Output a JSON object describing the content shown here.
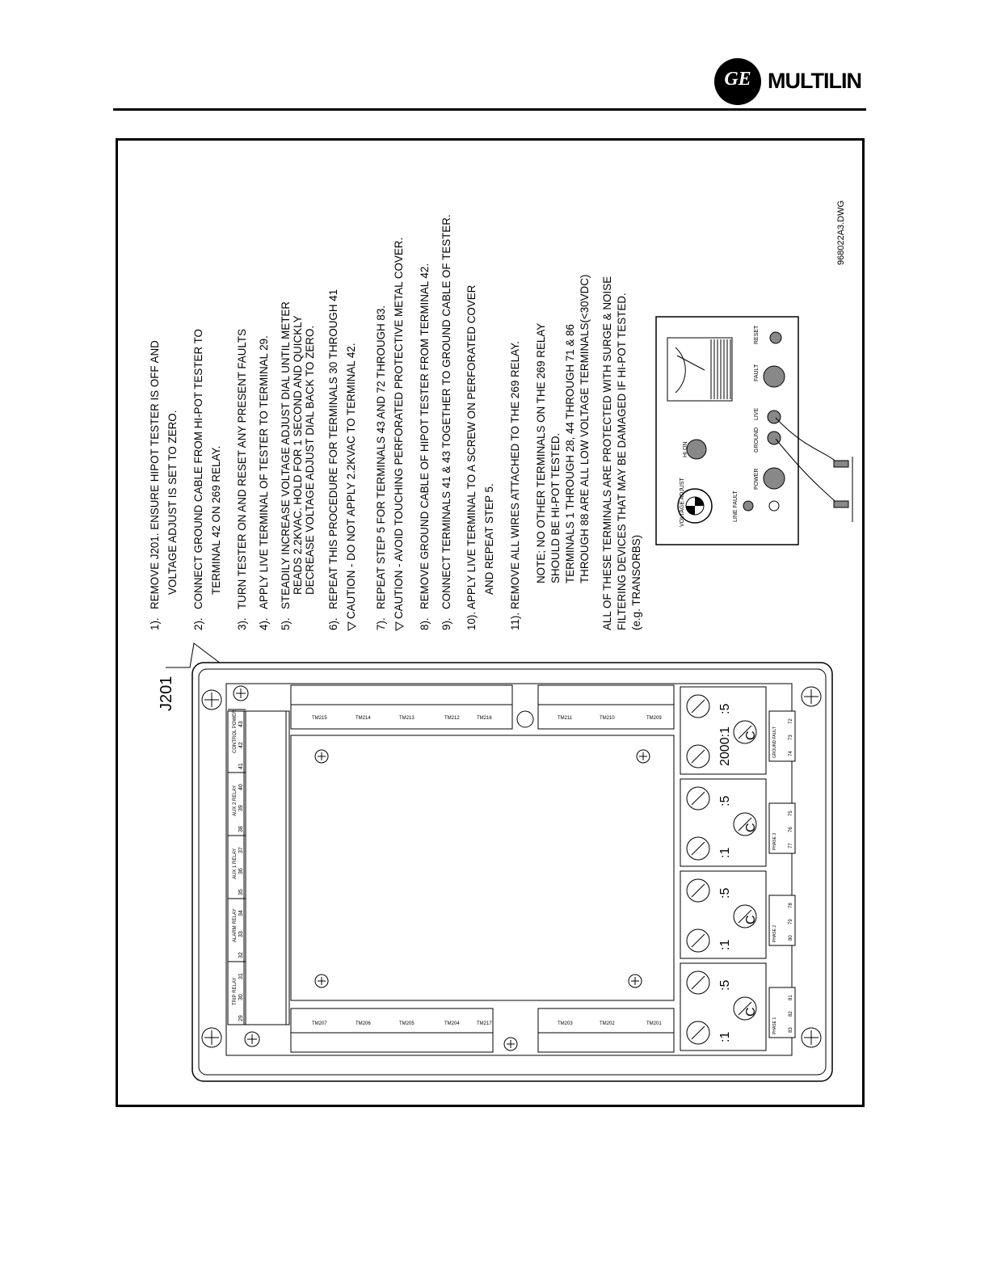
{
  "header": {
    "brand_logo_text": "GE",
    "brand_name": "MULTILIN"
  },
  "drawing": {
    "drawing_number": "968022A3.DWG",
    "connector_label": "J201",
    "instructions": [
      {
        "num": "1).",
        "lines": [
          "REMOVE J201. ENSURE HIPOT TESTER IS OFF AND",
          "VOLTAGE ADJUST IS SET TO ZERO."
        ]
      },
      {
        "num": "2).",
        "lines": [
          "CONNECT GROUND CABLE FROM HI-POT TESTER TO",
          "TERMINAL 42 ON 269 RELAY."
        ]
      },
      {
        "num": "3).",
        "lines": [
          "TURN TESTER ON AND RESET ANY PRESENT FAULTS"
        ]
      },
      {
        "num": "4).",
        "lines": [
          "APPLY LIVE TERMINAL OF TESTER TO TERMINAL 29."
        ]
      },
      {
        "num": "5).",
        "lines": [
          "STEADILY INCREASE VOLTAGE ADJUST DIAL UNTIL METER",
          "READS 2.2KVAC. HOLD FOR 1 SECOND AND QUICKLY",
          "DECREASE VOLTAGE ADJUST DIAL BACK TO ZERO."
        ]
      },
      {
        "num": "6).",
        "lines": [
          "REPEAT THIS PROCEDURE FOR TERMINALS 30 THROUGH 41",
          "CAUTION - DO NOT APPLY 2.2KVAC TO TERMINAL 42."
        ]
      },
      {
        "num": "7).",
        "lines": [
          "REPEAT STEP 5 FOR TERMINALS 43 AND 72 THROUGH 83.",
          "CAUTION - AVOID TOUCHING PERFORATED PROTECTIVE METAL COVER."
        ]
      },
      {
        "num": "8).",
        "lines": [
          "REMOVE GROUND CABLE OF HIPOT TESTER FROM TERMINAL 42."
        ]
      },
      {
        "num": "9).",
        "lines": [
          "CONNECT TERMINALS 41 & 43 TOGETHER TO GROUND CABLE OF TESTER."
        ]
      },
      {
        "num": "10).",
        "lines": [
          "APPLY LIVE TERMINAL TO A SCREW ON PERFORATED COVER",
          "AND REPEAT STEP 5."
        ]
      },
      {
        "num": "11).",
        "lines": [
          "REMOVE ALL WIRES ATTACHED TO THE 269 RELAY."
        ]
      }
    ],
    "notes": [
      "NOTE; NO OTHER TERMINALS ON THE 269 RELAY",
      "SHOULD BE HI-POT TESTED.",
      "TERMINALS 1 THROUGH 28, 44 THROUGH 71 & 86",
      "THROUGH 88 ARE ALL LOW VOLTAGE TERMINALS(<30VDC)"
    ],
    "surge_note": [
      "ALL OF THESE TERMINALS ARE PROTECTED WITH SURGE & NOISE",
      "FILTERING DEVICES THAT MAY BE DAMAGED IF HI-POT TESTED.",
      "(e.g. TRANSORBS)"
    ],
    "tester": {
      "labels": [
        "VOLTAGE ADJUST",
        "HI ON",
        "LINE FAULT",
        "POWER",
        "GROUND",
        "LIVE",
        "FAULT",
        "RESET"
      ]
    },
    "relay": {
      "ct_ratios": [
        "2000:1",
        ":5",
        ":1",
        ":5",
        ":1",
        ":5",
        ":1",
        ":5"
      ],
      "ct_common": [
        "C",
        "C",
        "C",
        "C"
      ],
      "top_modules": [
        "TM215",
        "TM214",
        "TM213",
        "TM212",
        "TM216",
        "TM211",
        "TM210",
        "TM209"
      ],
      "bottom_modules": [
        "TM207",
        "TM206",
        "TM205",
        "TM204",
        "TM217",
        "TM203",
        "TM202",
        "TM201"
      ],
      "relay_groups": [
        "TRIP RELAY",
        "ALARM RELAY",
        "AUX 1 RELAY",
        "AUX 2 RELAY",
        "CONTROL POWER"
      ],
      "relay_terminals": [
        "29",
        "30",
        "31",
        "32",
        "33",
        "34",
        "35",
        "36",
        "37",
        "38",
        "39",
        "40",
        "41",
        "42",
        "43"
      ],
      "ct_groups": [
        "GROUND FAULT",
        "PHASE 3",
        "PHASE 2",
        "PHASE 1"
      ],
      "ct_terminals": [
        "74",
        "73",
        "72",
        "77",
        "76",
        "75",
        "80",
        "79",
        "78",
        "83",
        "82",
        "81"
      ]
    }
  }
}
